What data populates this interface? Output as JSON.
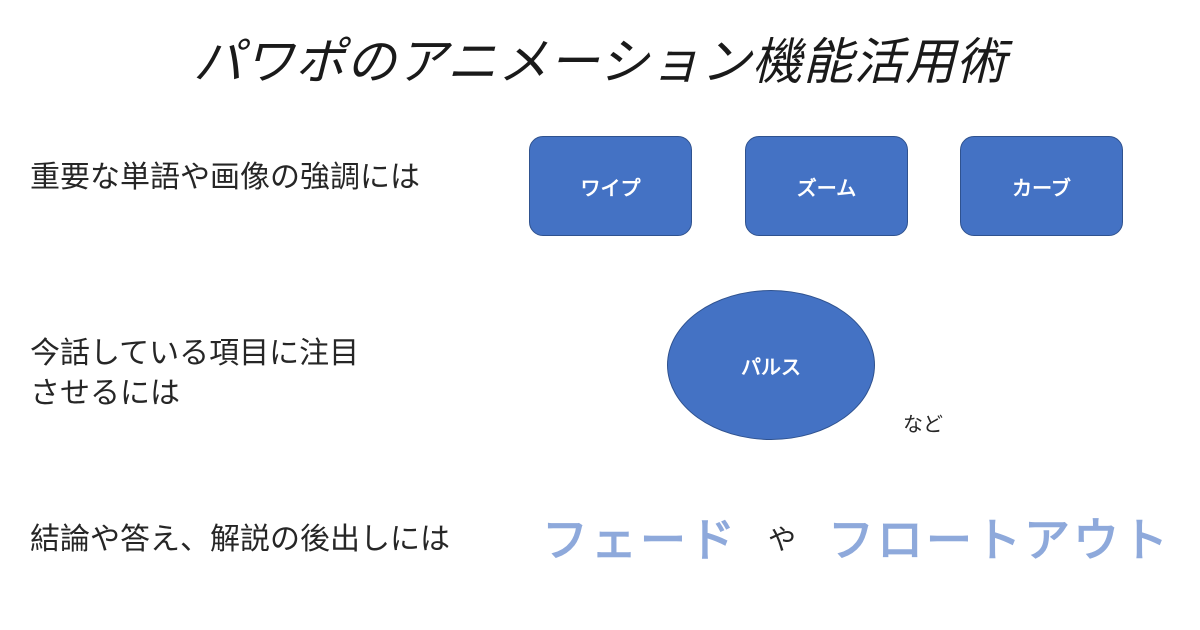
{
  "title": "パワポのアニメーション機能活用術",
  "rows": [
    {
      "label": "重要な単語や画像の強調には",
      "buttons": [
        "ワイプ",
        "ズーム",
        "カーブ"
      ]
    },
    {
      "label_line1": "今話している項目に注目",
      "label_line2": "させるには",
      "button": "パルス",
      "note": "など"
    },
    {
      "label": "結論や答え、解説の後出しには",
      "effect1": "フェード",
      "conj": "や",
      "effect2": "フロートアウト"
    }
  ],
  "colors": {
    "button_fill": "#4472c4",
    "button_border": "#2f528f",
    "effect_text": "#8ea9db"
  }
}
